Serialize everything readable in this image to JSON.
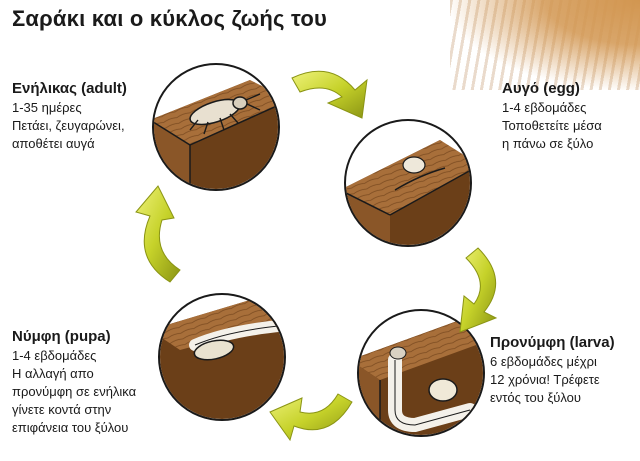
{
  "title": "Σαράκι και ο κύκλος ζωής του",
  "stages": [
    {
      "heading": "Ενήλικας (adult)",
      "lines": [
        "1-35 ημέρες",
        "Πετάει, ζευγαρώνει,",
        "αποθέτει αυγά"
      ]
    },
    {
      "heading": "Αυγό (egg)",
      "lines": [
        "1-4 εβδομάδες",
        "Τοποθετείτε μέσα",
        "η πάνω σε ξύλο"
      ]
    },
    {
      "heading": "Προνύμφη (larva)",
      "lines": [
        "6 εβδομάδες μέχρι",
        "12 χρόνια! Τρέφετε",
        "εντός του ξύλου"
      ]
    },
    {
      "heading": "Νύμφη (pupa)",
      "lines": [
        "1-4 εβδομάδες",
        "Η αλλαγή απο",
        "προνύμφη σε ενήλικα",
        "γίνετε κοντά στην",
        "επιφάνεια του ξύλου"
      ]
    }
  ],
  "colors": {
    "wood": "#a86f3a",
    "wood_dark": "#6b3f18",
    "arrow": "#c6d22a",
    "arrow_dark": "#8a9414",
    "outline": "#1a1a1a"
  }
}
